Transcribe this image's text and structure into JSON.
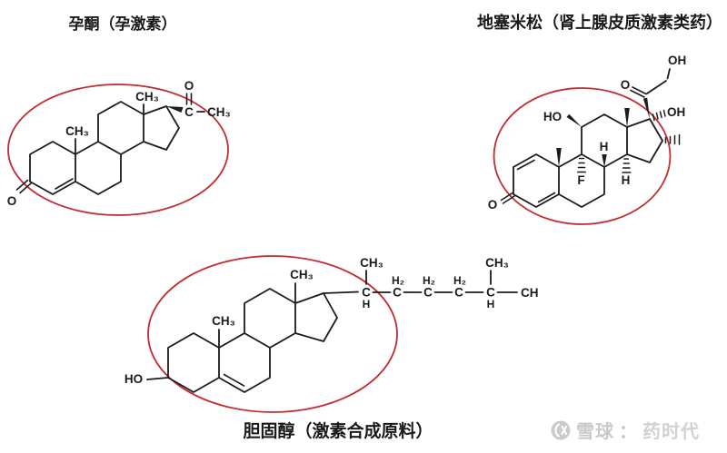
{
  "colors": {
    "ellipse_red": "#c32b30",
    "bond_black": "#1c1c1c",
    "watermark_gray": "#c9c9c9"
  },
  "progesterone": {
    "title": "孕酮（孕激素）",
    "atoms": {
      "o3": "O",
      "c10_methyl": "CH₃",
      "c13_methyl": "CH₃",
      "c20": "C",
      "o20": "O",
      "c21_methyl": "CH₃"
    }
  },
  "dexamethasone": {
    "title": "地塞米松（肾上腺皮质激素类药）",
    "atoms": {
      "o3": "O",
      "ho11": "HO",
      "f9": "F",
      "h8": "H",
      "h14": "H",
      "o20": "O",
      "oh21": "OH",
      "oh17": "OH"
    }
  },
  "cholesterol": {
    "title": "胆固醇（激素合成原料）",
    "atoms": {
      "ho3": "HO",
      "c10_methyl": "CH₃",
      "c13_methyl": "CH₃",
      "c20": "C",
      "h20": "H",
      "c21_methyl": "CH₃",
      "c22": "C",
      "c22_h2": "H₂",
      "c23": "C",
      "c23_h2": "H₂",
      "c24": "C",
      "c24_h2": "H₂",
      "c25": "C",
      "h25": "H",
      "c26_methyl": "CH₃",
      "c27_truncated": "CH"
    }
  },
  "watermark": {
    "brand": "雪球",
    "separator": "：",
    "suffix": "药时代"
  }
}
